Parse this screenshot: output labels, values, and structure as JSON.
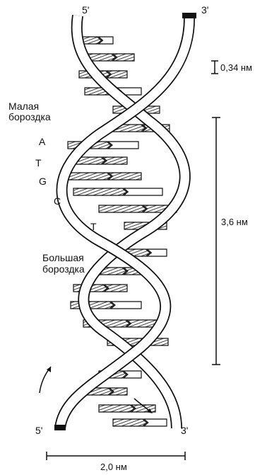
{
  "strand_ends": {
    "top_left": "5'",
    "top_right": "3'",
    "bottom_left": "5'",
    "bottom_right": "3'"
  },
  "grooves": {
    "minor": [
      "Малая",
      "бороздка"
    ],
    "major": [
      "Большая",
      "бороздка"
    ]
  },
  "bases": [
    "A",
    "T",
    "G",
    "C",
    "T"
  ],
  "measurements": {
    "rise": "0,34 нм",
    "pitch": "3,6 нм",
    "width": "2,0 нм"
  }
}
